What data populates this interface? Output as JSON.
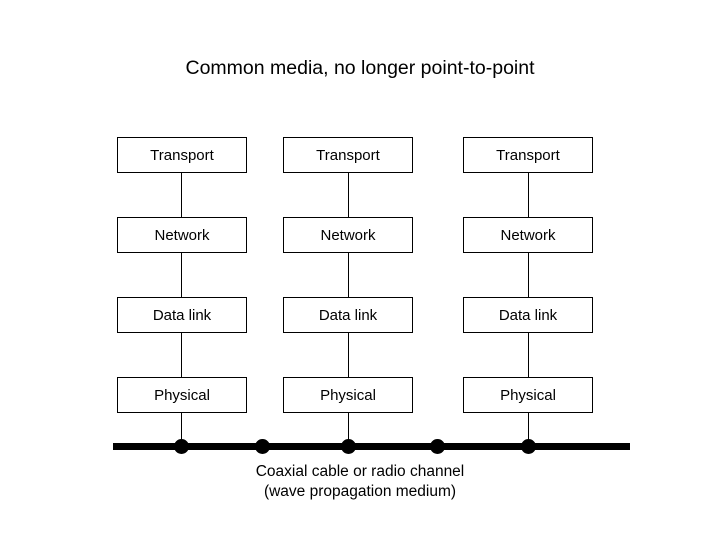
{
  "slide": {
    "title": "Common media, no longer point-to-point",
    "background_color": "#ffffff",
    "ink_color": "#000000"
  },
  "stacks": [
    {
      "name": "host-stack-1",
      "layers": [
        {
          "label": "Transport"
        },
        {
          "label": "Network"
        },
        {
          "label": "Data link"
        },
        {
          "label": "Physical"
        }
      ]
    },
    {
      "name": "host-stack-2",
      "layers": [
        {
          "label": "Transport"
        },
        {
          "label": "Network"
        },
        {
          "label": "Data link"
        },
        {
          "label": "Physical"
        }
      ]
    },
    {
      "name": "host-stack-3",
      "layers": [
        {
          "label": "Transport"
        },
        {
          "label": "Network"
        },
        {
          "label": "Data link"
        },
        {
          "label": "Physical"
        }
      ]
    }
  ],
  "bus": {
    "name": "shared-medium-bus",
    "node_count": 5,
    "connected_node_count": 3,
    "caption_line1": "Coaxial cable or radio channel",
    "caption_line2": "(wave propagation medium)"
  }
}
